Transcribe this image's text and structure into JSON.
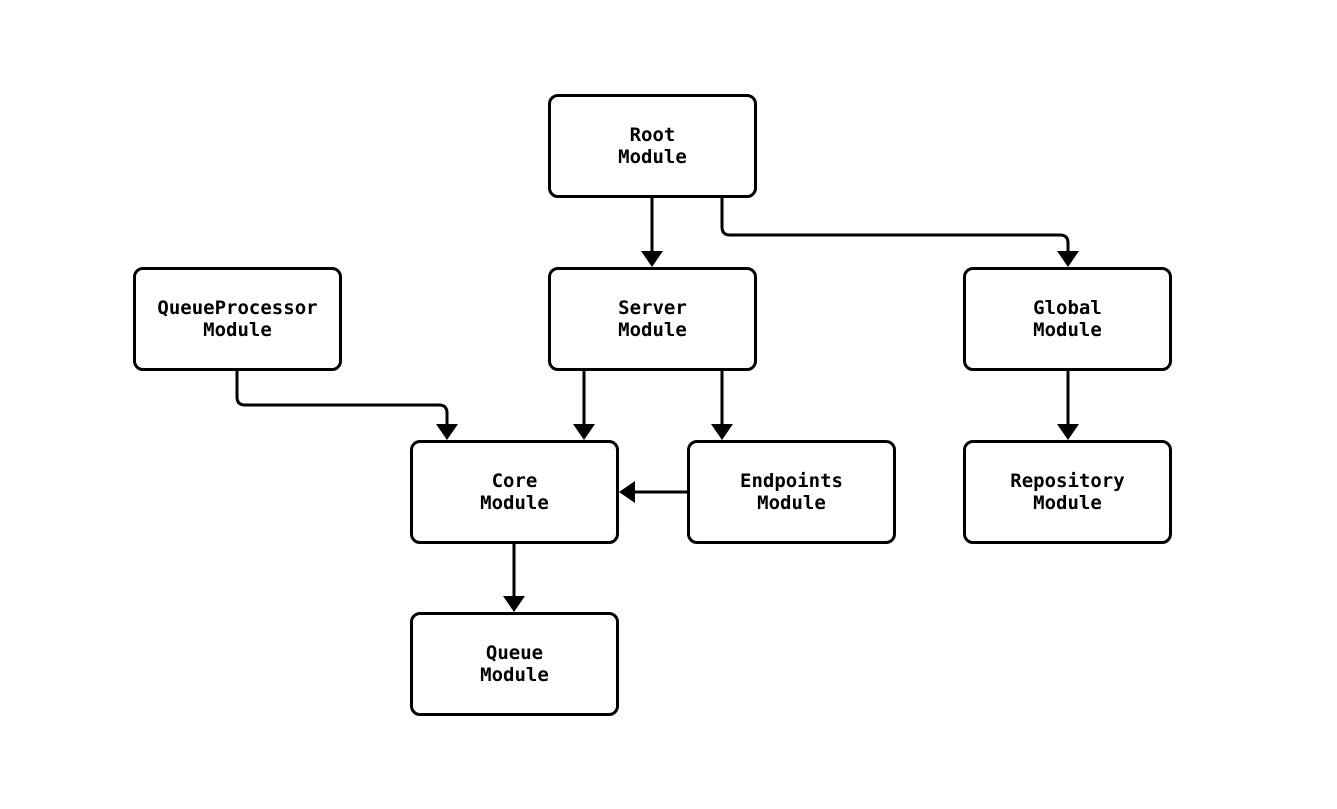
{
  "diagram": {
    "background_color": "#ffffff",
    "node_border_color": "#000000",
    "node_fill_color": "#ffffff",
    "node_text_color": "#000000",
    "edge_color": "#000000",
    "nodes": [
      {
        "id": "root",
        "label": "Root\nModule"
      },
      {
        "id": "queue-processor",
        "label": "QueueProcessor\nModule"
      },
      {
        "id": "server",
        "label": "Server\nModule"
      },
      {
        "id": "global",
        "label": "Global\nModule"
      },
      {
        "id": "core",
        "label": "Core\nModule"
      },
      {
        "id": "endpoints",
        "label": "Endpoints\nModule"
      },
      {
        "id": "repository",
        "label": "Repository\nModule"
      },
      {
        "id": "queue",
        "label": "Queue\nModule"
      }
    ],
    "edges": [
      {
        "from": "root",
        "to": "server"
      },
      {
        "from": "root",
        "to": "global"
      },
      {
        "from": "queue-processor",
        "to": "core"
      },
      {
        "from": "server",
        "to": "core"
      },
      {
        "from": "server",
        "to": "endpoints"
      },
      {
        "from": "endpoints",
        "to": "core"
      },
      {
        "from": "global",
        "to": "repository"
      },
      {
        "from": "core",
        "to": "queue"
      }
    ]
  }
}
